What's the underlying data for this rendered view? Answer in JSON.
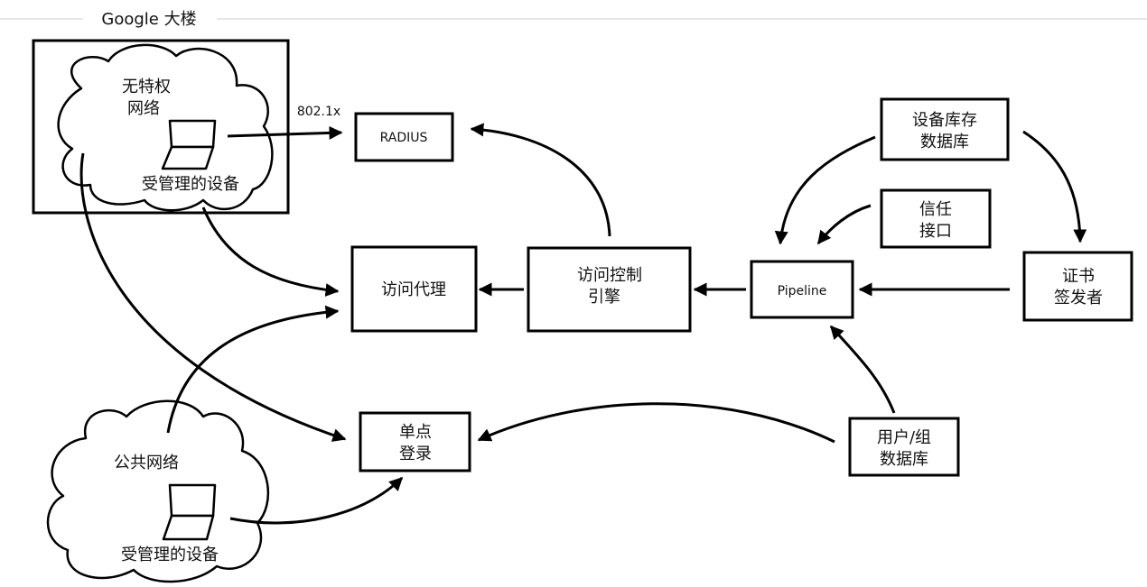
{
  "building_label": "Google 大楼",
  "edge_label_8021x": "802.1x",
  "clouds": {
    "unprivileged": {
      "line1": "无特权",
      "line2": "网络",
      "device": "受管理的设备"
    },
    "public": {
      "line1": "公共网络",
      "device": "受管理的设备"
    }
  },
  "nodes": {
    "radius": {
      "text": "RADIUS"
    },
    "access_proxy": {
      "text": "访问代理"
    },
    "access_engine": {
      "line1": "访问控制",
      "line2": "引擎"
    },
    "pipeline": {
      "text": "Pipeline"
    },
    "device_inventory": {
      "line1": "设备库存",
      "line2": "数据库"
    },
    "trust_interface": {
      "line1": "信任",
      "line2": "接口"
    },
    "cert_issuer": {
      "line1": "证书",
      "line2": "签发者"
    },
    "sso": {
      "line1": "单点",
      "line2": "登录"
    },
    "user_group_db": {
      "line1": "用户/组",
      "line2": "数据库"
    }
  },
  "colors": {
    "stroke": "#000000",
    "background": "#ffffff",
    "title_rule": "#cfcfcf"
  }
}
